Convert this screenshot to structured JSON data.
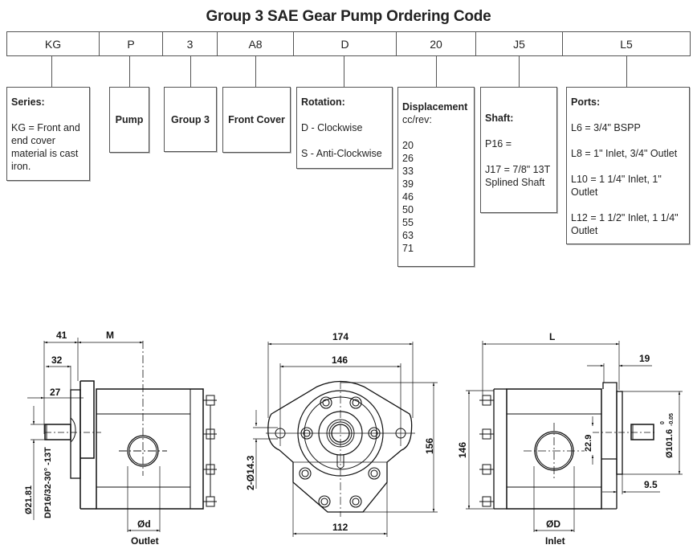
{
  "title": "Group 3 SAE Gear Pump Ordering Code",
  "code_row": [
    {
      "code": "KG"
    },
    {
      "code": "P"
    },
    {
      "code": "3"
    },
    {
      "code": "A8"
    },
    {
      "code": "D"
    },
    {
      "code": "20"
    },
    {
      "code": "J5"
    },
    {
      "code": "L5"
    }
  ],
  "series": {
    "heading": "Series:",
    "text": "KG = Front and end cover material is cast iron."
  },
  "pump": {
    "label": "Pump"
  },
  "group": {
    "label": "Group 3"
  },
  "front_cover": {
    "label": "Front Cover"
  },
  "rotation": {
    "heading": "Rotation:",
    "options": [
      "D - Clockwise",
      "S - Anti-Clockwise"
    ]
  },
  "displacement": {
    "heading": "Displacement",
    "unit": "cc/rev:",
    "values": [
      "20",
      "26",
      "33",
      "39",
      "46",
      "50",
      "55",
      "63",
      "71"
    ]
  },
  "shaft": {
    "heading": "Shaft:",
    "options": [
      "P16 =",
      "J17 = 7/8\" 13T Splined Shaft"
    ]
  },
  "ports": {
    "heading": "Ports:",
    "options": [
      "L6 = 3/4\" BSPP",
      "L8 = 1\" Inlet, 3/4\" Outlet",
      "L10 = 1 1/4\" Inlet, 1\" Outlet",
      "L12 = 1 1/2\" Inlet, 1 1/4\" Outlet"
    ]
  },
  "drawings": {
    "side_outlet": {
      "dim_41": "41",
      "dim_m": "M",
      "dim_32": "32",
      "dim_27": "27",
      "dim_shaft_dia": "Ø21.81",
      "dim_spline": "DP16/32-30° -13T",
      "dim_port": "Ød",
      "port_label": "Outlet"
    },
    "front": {
      "dim_174": "174",
      "dim_146": "146",
      "dim_156": "156",
      "dim_holes": "2-Ø14.3",
      "dim_112": "112"
    },
    "side_inlet": {
      "dim_l": "L",
      "dim_19": "19",
      "dim_146": "146",
      "dim_229": "22.9",
      "dim_pilot": "Ø101.6",
      "dim_pilot_tol_upper": "0",
      "dim_pilot_tol_lower": "-0.05",
      "dim_95": "9.5",
      "dim_port": "ØD",
      "port_label": "Inlet"
    }
  }
}
